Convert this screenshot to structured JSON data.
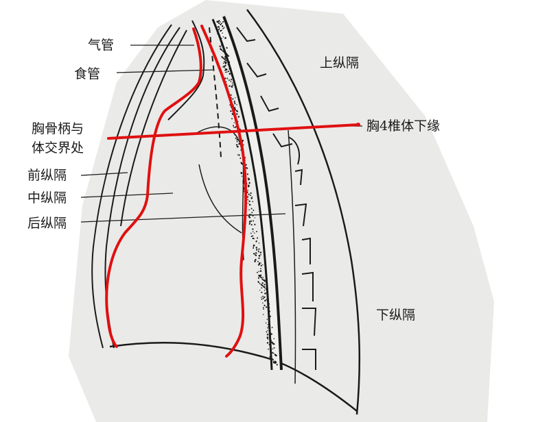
{
  "diagram": {
    "labels": {
      "trachea": "气管",
      "esophagus": "食管",
      "sternal_angle_line1": "胸骨柄与",
      "sternal_angle_line2": "体交界处",
      "anterior_mediastinum": "前纵隔",
      "middle_mediastinum": "中纵隔",
      "posterior_mediastinum": "后纵隔",
      "superior_mediastinum": "上纵隔",
      "t4_lower_border": "胸4椎体下缘",
      "inferior_mediastinum": "下纵隔"
    },
    "colors": {
      "paper": "#d9d9d6",
      "ink": "#1a1a1a",
      "boundary_red": "#e01010",
      "background": "#ffffff"
    }
  }
}
